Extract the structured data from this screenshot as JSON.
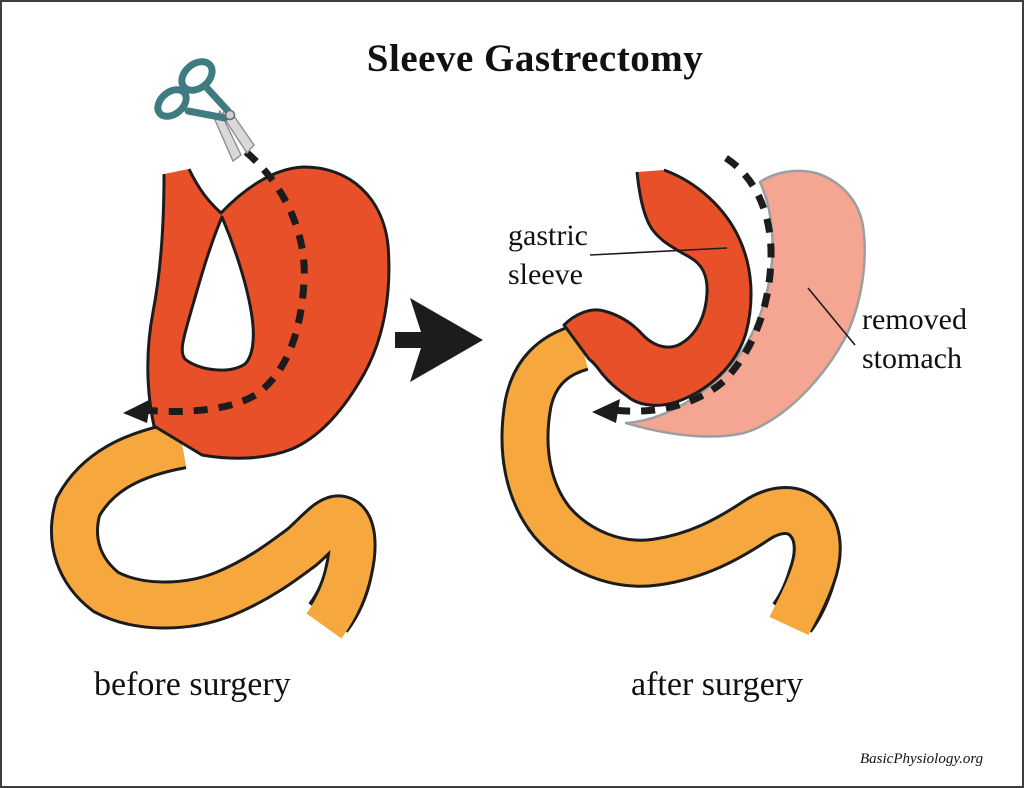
{
  "title": "Sleeve Gastrectomy",
  "before_panel": {
    "caption": "before surgery"
  },
  "after_panel": {
    "caption": "after surgery",
    "gastric_sleeve_label": {
      "line1": "gastric",
      "line2": "sleeve"
    },
    "removed_stomach_label": {
      "line1": "removed",
      "line2": "stomach"
    }
  },
  "credit": "BasicPhysiology.org",
  "icons": {
    "scissors": "scissors",
    "transform_arrow": "arrow-right",
    "cut_line": "dashed-cut-line-with-arrowhead",
    "staple_line": "dashed-staple-line-with-arrowhead"
  },
  "colors": {
    "stomach_red": "#E8502A",
    "intestine_orange": "#F6A73E",
    "removed_pink": "#F4A693",
    "removed_outline_gray": "#9E9E9E",
    "outline_black": "#1C1C1C",
    "scissors_teal": "#3E7C82",
    "blade_silver": "#D9D9D9",
    "blade_edge_gray": "#8F8F8F",
    "page_border_gray": "#3F3F3F",
    "background_white": "#FFFFFF",
    "text_black": "#111111"
  }
}
